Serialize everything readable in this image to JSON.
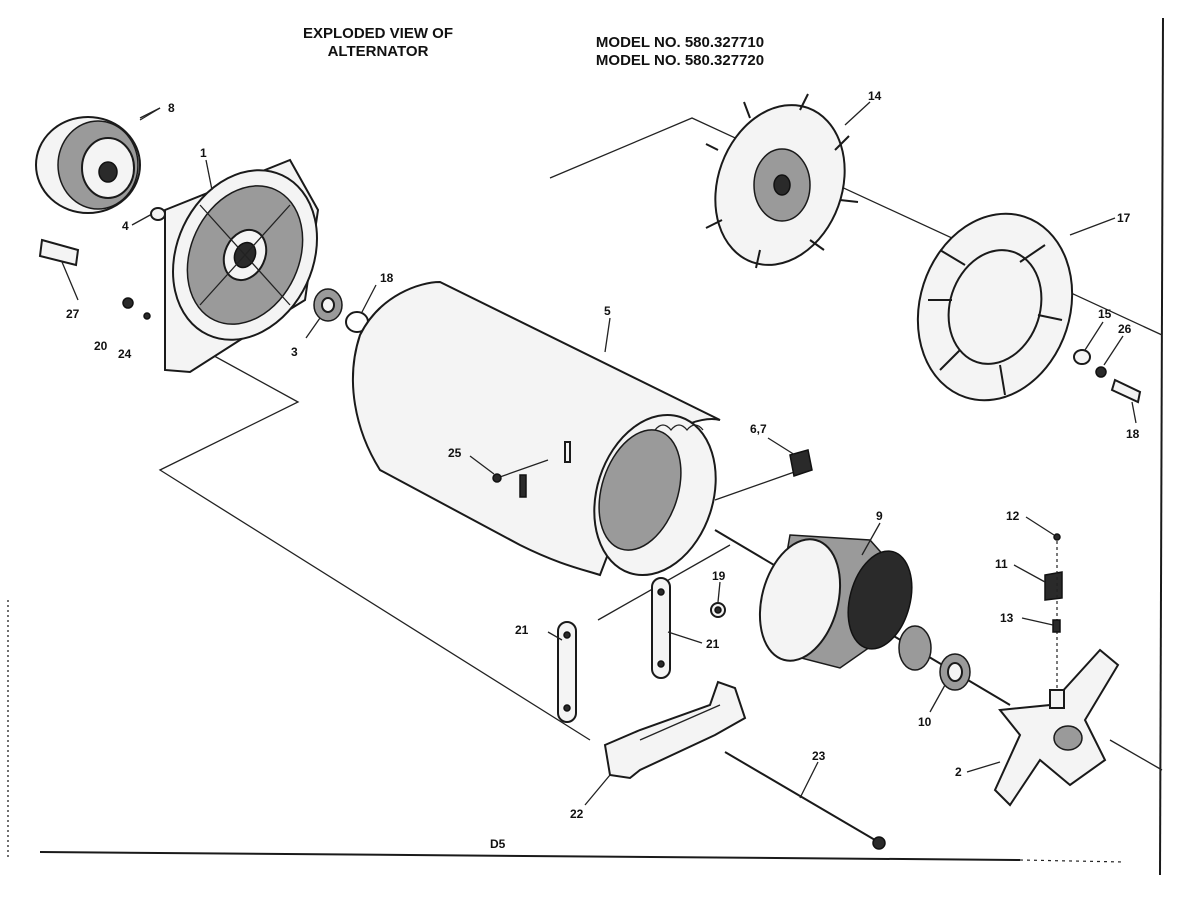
{
  "header": {
    "title_line1": "EXPLODED VIEW OF",
    "title_line2": "ALTERNATOR",
    "model_line1": "MODEL NO. 580.327710",
    "model_line2": "MODEL NO. 580.327720"
  },
  "page_code": "D5",
  "callouts": [
    {
      "id": "c8",
      "label": "8"
    },
    {
      "id": "c1",
      "label": "1"
    },
    {
      "id": "c4",
      "label": "4"
    },
    {
      "id": "c27",
      "label": "27"
    },
    {
      "id": "c20",
      "label": "20"
    },
    {
      "id": "c24",
      "label": "24"
    },
    {
      "id": "c3",
      "label": "3"
    },
    {
      "id": "c18a",
      "label": "18"
    },
    {
      "id": "c5",
      "label": "5"
    },
    {
      "id": "c14",
      "label": "14"
    },
    {
      "id": "c17",
      "label": "17"
    },
    {
      "id": "c15",
      "label": "15"
    },
    {
      "id": "c26",
      "label": "26"
    },
    {
      "id": "c18b",
      "label": "18"
    },
    {
      "id": "c25",
      "label": "25"
    },
    {
      "id": "c67",
      "label": "6,7"
    },
    {
      "id": "c9",
      "label": "9"
    },
    {
      "id": "c12",
      "label": "12"
    },
    {
      "id": "c11",
      "label": "11"
    },
    {
      "id": "c13",
      "label": "13"
    },
    {
      "id": "c19",
      "label": "19"
    },
    {
      "id": "c21a",
      "label": "21"
    },
    {
      "id": "c21b",
      "label": "21"
    },
    {
      "id": "c10",
      "label": "10"
    },
    {
      "id": "c2",
      "label": "2"
    },
    {
      "id": "c23",
      "label": "23"
    },
    {
      "id": "c22",
      "label": "22"
    }
  ]
}
